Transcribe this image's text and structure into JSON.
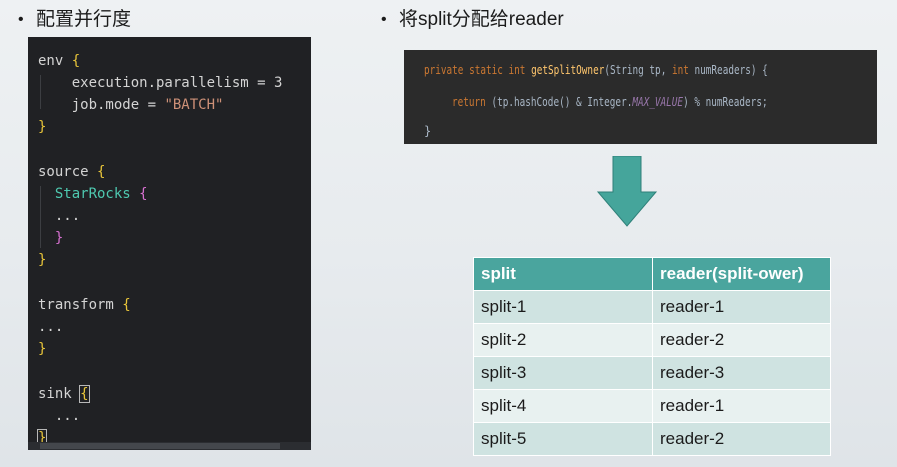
{
  "left_heading": "配置并行度",
  "right_heading": "将split分配给reader",
  "config_code": {
    "env_open": "env",
    "parallelism_key": "execution.parallelism = ",
    "parallelism_value": "3",
    "mode_key": "job.mode = ",
    "mode_value": "\"BATCH\"",
    "source_open": "source",
    "connector": "StarRocks",
    "ellipsis": "...",
    "transform_open": "transform",
    "sink_open": "sink",
    "open_brace": "{",
    "close_brace": "}"
  },
  "java_code": {
    "modifiers": "private static int ",
    "method": "getSplitOwner",
    "params_a": "(String tp, ",
    "params_int": "int",
    "params_b": " numReaders) {",
    "return_kw": "return",
    "expr_a": " (tp.hashCode() & Integer.",
    "max_value": "MAX_VALUE",
    "expr_b": ") % numReaders;",
    "close": "}"
  },
  "table": {
    "headers": [
      "split",
      "reader(split-ower)"
    ],
    "rows": [
      [
        "split-1",
        "reader-1"
      ],
      [
        "split-2",
        "reader-2"
      ],
      [
        "split-3",
        "reader-3"
      ],
      [
        "split-4",
        "reader-1"
      ],
      [
        "split-5",
        "reader-2"
      ]
    ]
  },
  "colors": {
    "arrow": "#45a59b",
    "header": "#4aa59e",
    "row_odd": "#cfe3e1",
    "row_even": "#e8f1f0"
  }
}
